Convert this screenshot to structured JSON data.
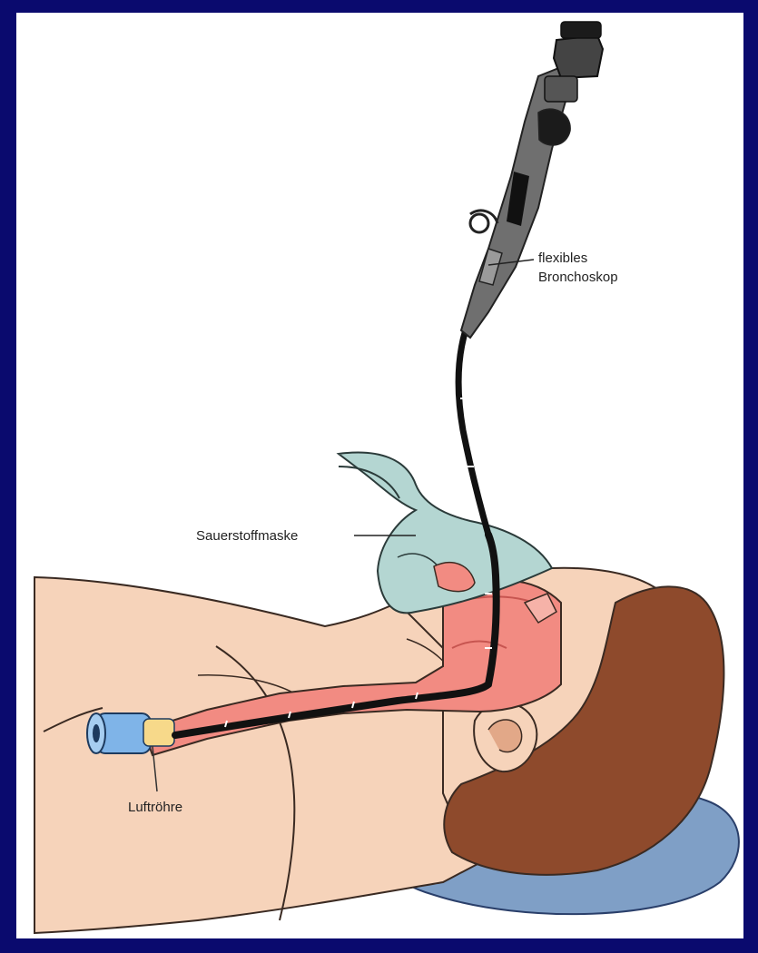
{
  "labels": {
    "bronchoscope_line1": "flexibles",
    "bronchoscope_line2": "Bronchoskop",
    "oxygen_mask": "Sauerstoffmaske",
    "trachea": "Luftröhre"
  },
  "colors": {
    "background_border": "#0a0a6e",
    "skin": "#f6d3ba",
    "hair": "#8e4a2c",
    "pillow": "#7f9fc6",
    "mask": "#b4d6d2",
    "airway": "#f28b82",
    "scope_tube": "#111111",
    "scope_body": "#6f6f6f",
    "trachea_tube": "#7fb4e8"
  }
}
